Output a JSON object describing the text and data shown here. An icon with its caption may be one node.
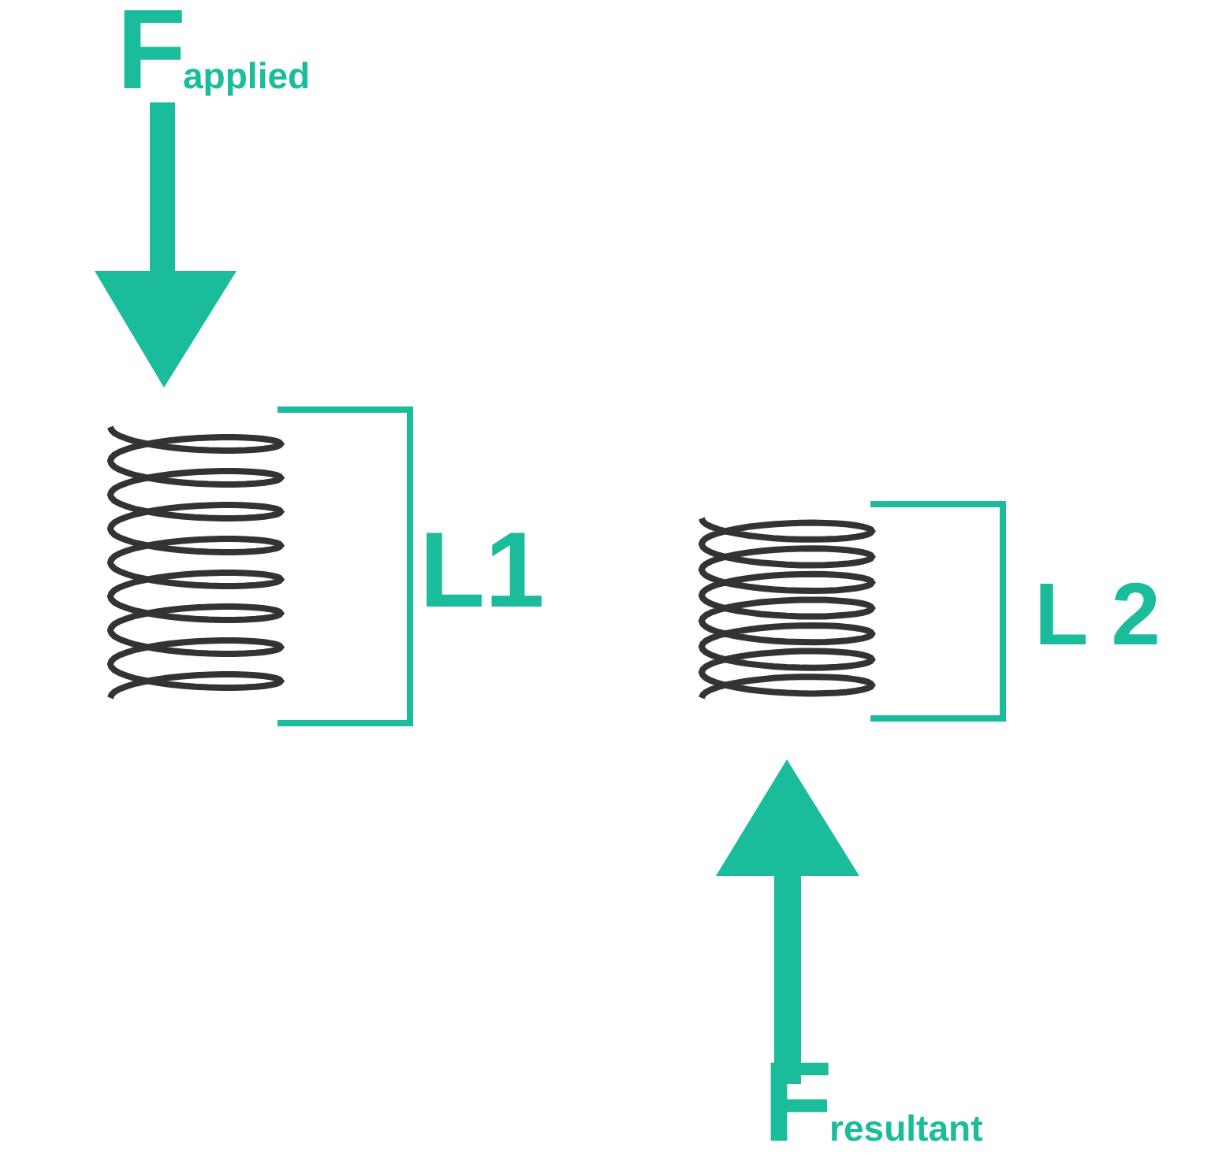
{
  "diagram": {
    "labels": [
      "F$_{applied}$",
      "L1",
      "L 2",
      "F$_{resultant}$"
    ]
  }
}
